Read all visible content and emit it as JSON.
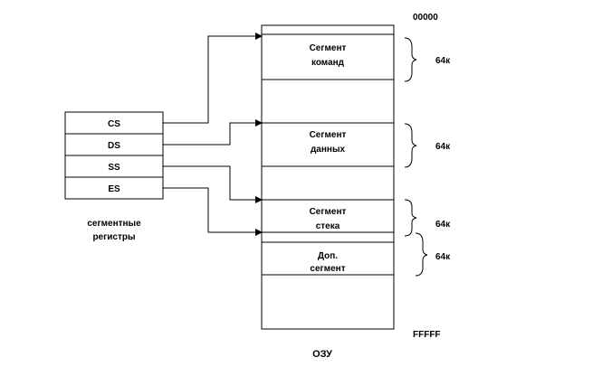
{
  "registers": {
    "items": [
      {
        "label": "CS"
      },
      {
        "label": "DS"
      },
      {
        "label": "SS"
      },
      {
        "label": "ES"
      }
    ],
    "caption_line1": "сегментные",
    "caption_line2": "регистры"
  },
  "memory": {
    "start_address": "00000",
    "end_address": "FFFFF",
    "caption": "ОЗУ",
    "segments": [
      {
        "line1": "Сегмент",
        "line2": "команд",
        "size": "64к"
      },
      {
        "line1": "Сегмент",
        "line2": "данных",
        "size": "64к"
      },
      {
        "line1": "Сегмент",
        "line2": "стека",
        "size": "64к"
      },
      {
        "line1": "Доп.",
        "line2": "сегмент",
        "size": "64к"
      }
    ]
  }
}
